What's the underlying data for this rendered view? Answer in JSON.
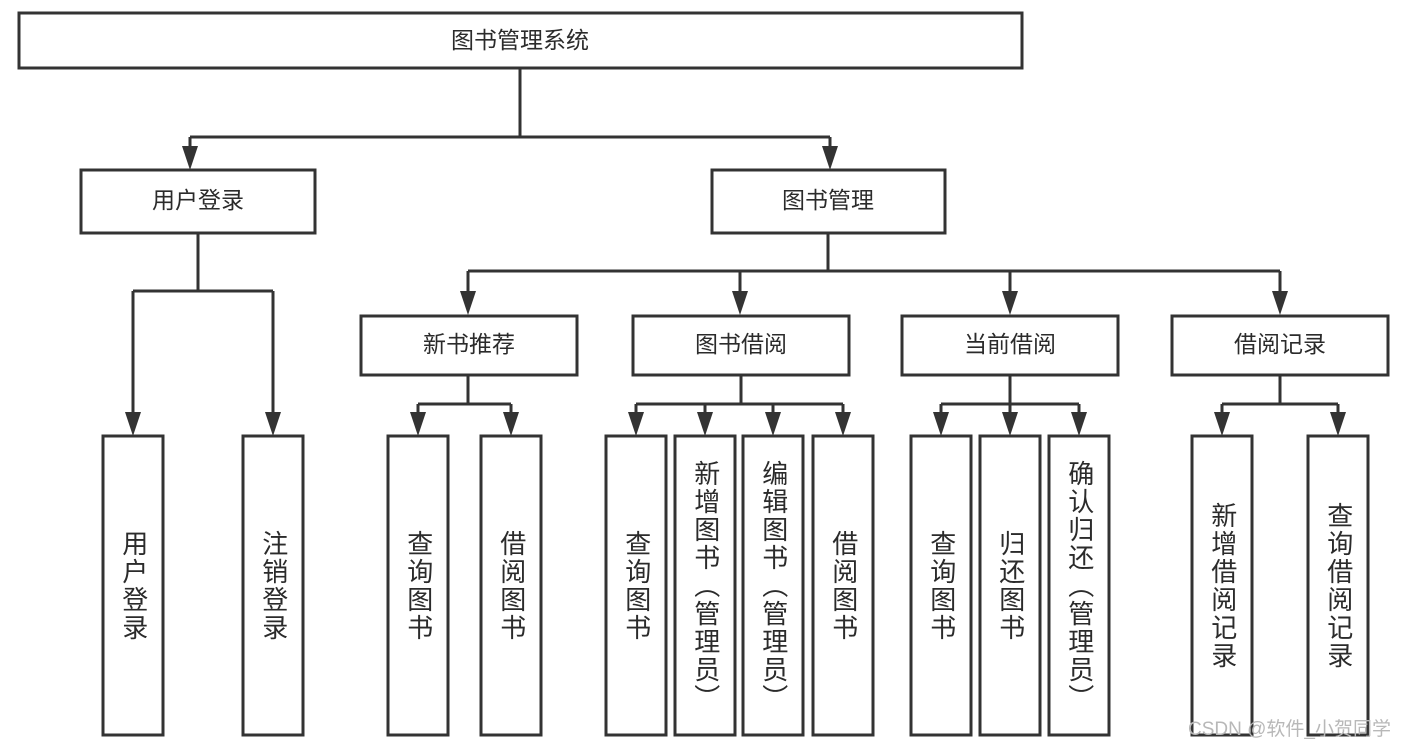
{
  "diagram": {
    "title": "图书管理系统",
    "watermark": "CSDN @软件_小贺同学",
    "stroke_color": "#333333",
    "fill_color": "#ffffff",
    "text_color": "#2b2b2b",
    "root": {
      "label": "图书管理系统"
    },
    "level2": [
      {
        "label": "用户登录"
      },
      {
        "label": "图书管理"
      }
    ],
    "level3": [
      {
        "label": "新书推荐"
      },
      {
        "label": "图书借阅"
      },
      {
        "label": "当前借阅"
      },
      {
        "label": "借阅记录"
      }
    ],
    "leaves": {
      "user_login": [
        {
          "label": "用户登录"
        },
        {
          "label": "注销登录"
        }
      ],
      "new_book_recommend": [
        {
          "label": "查询图书"
        },
        {
          "label": "借阅图书"
        }
      ],
      "book_borrow": [
        {
          "label": "查询图书"
        },
        {
          "label": "新增图书（管理员）"
        },
        {
          "label": "编辑图书（管理员）"
        },
        {
          "label": "借阅图书"
        }
      ],
      "current_borrow": [
        {
          "label": "查询图书"
        },
        {
          "label": "归还图书"
        },
        {
          "label": "确认归还（管理员）"
        }
      ],
      "borrow_record": [
        {
          "label": "新增借阅记录"
        },
        {
          "label": "查询借阅记录"
        }
      ]
    }
  }
}
